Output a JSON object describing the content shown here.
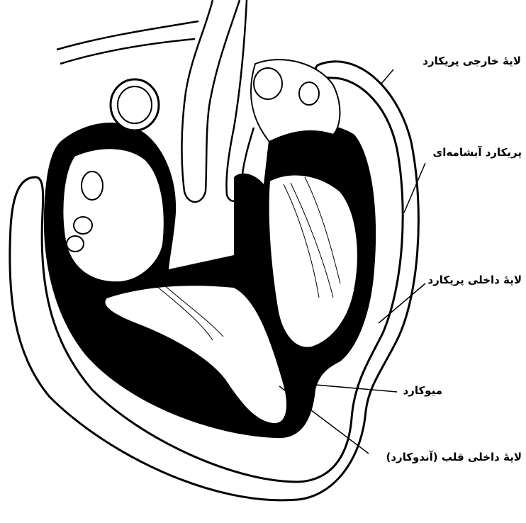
{
  "labels": {
    "outer_pericardium": "لایهٔ خارجی پریکارد",
    "serous_pericardium": "پریکارد آبشامه‌ای",
    "inner_pericardium": "لایهٔ داخلی پریکارد",
    "myocardium": "میوکارد",
    "endocardium": "لایهٔ داخلی قلب (آندوکارد)"
  },
  "colors": {
    "ink": "#000000",
    "paper": "#ffffff"
  }
}
